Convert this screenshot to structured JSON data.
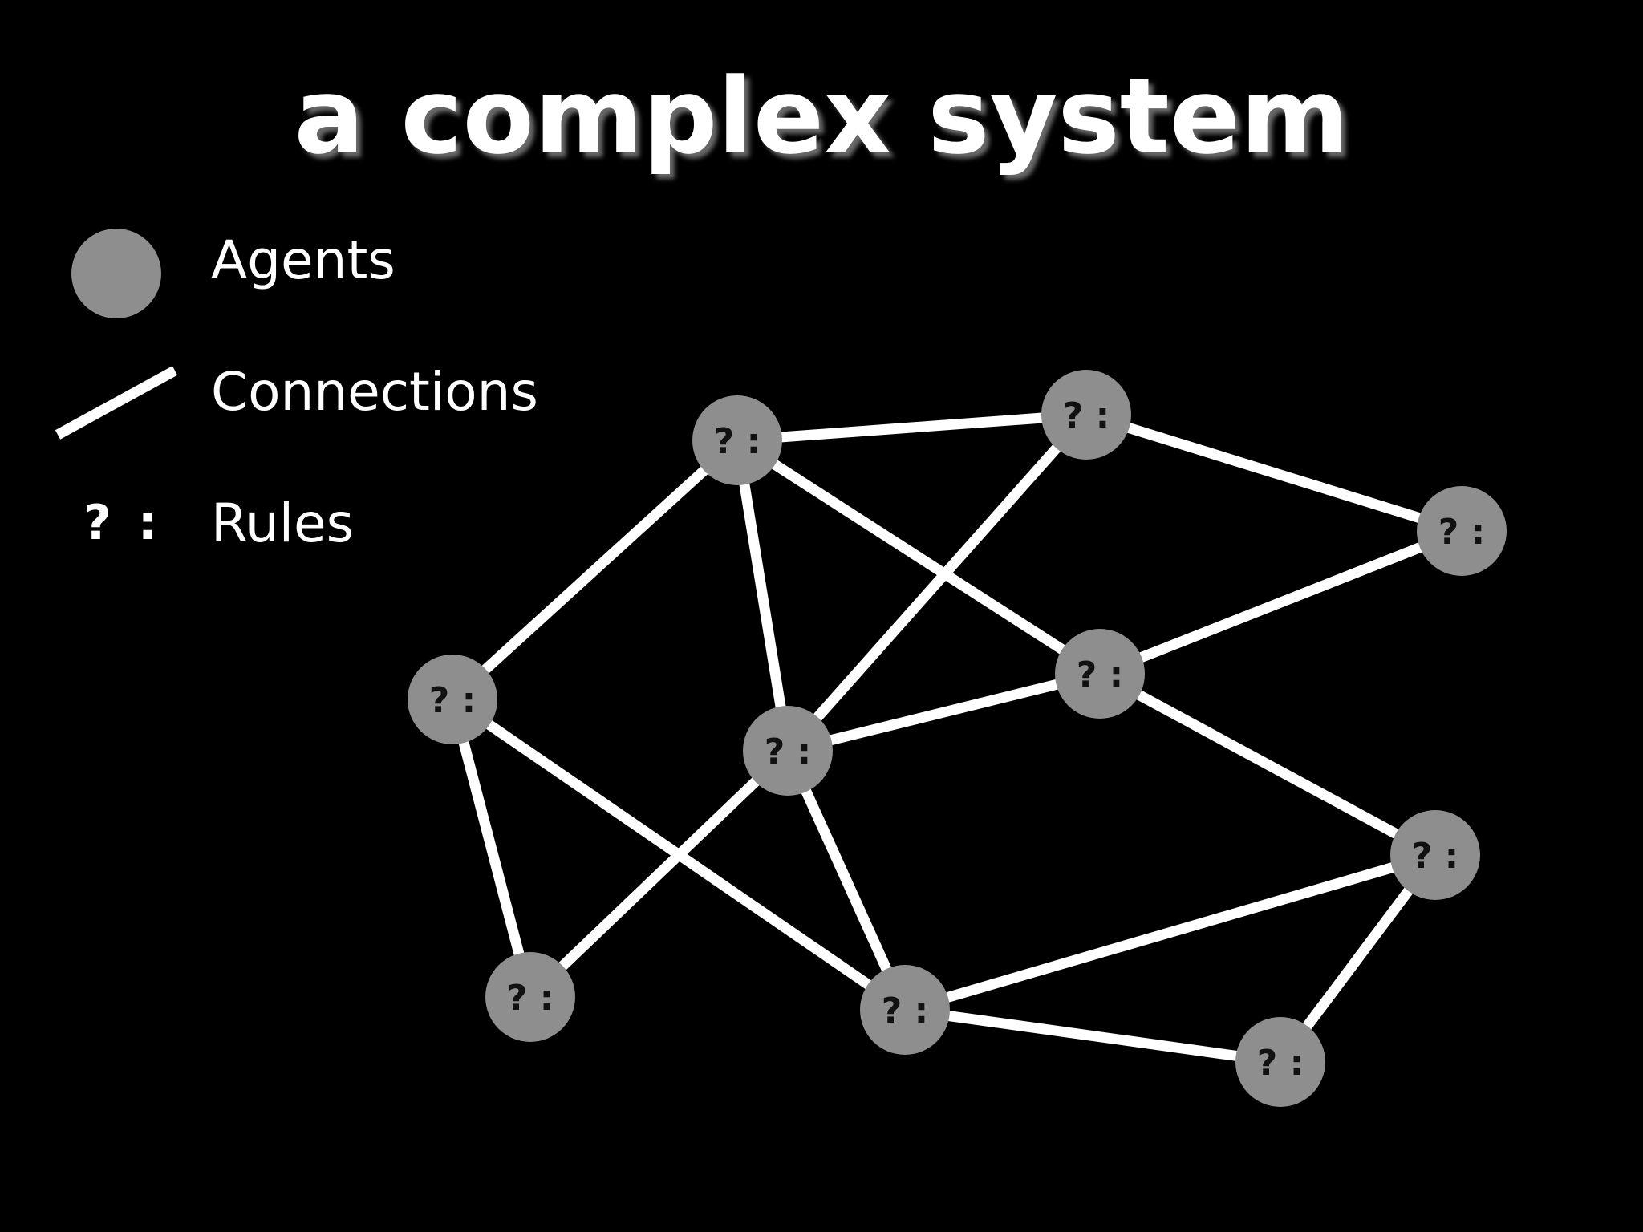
{
  "title": "a complex system",
  "legend": {
    "agents_label": "Agents",
    "connections_label": "Connections",
    "rules_symbol": "? :",
    "rules_label": "Rules"
  },
  "node_label": "? :",
  "colors": {
    "background": "#000000",
    "agent": "#8e8e8e",
    "connection": "#ffffff",
    "text": "#ffffff"
  },
  "graph": {
    "nodes": [
      "n1",
      "n2",
      "n3",
      "n4",
      "n5",
      "n6",
      "n7",
      "n8",
      "n9",
      "n10"
    ],
    "edges": [
      [
        "n1",
        "n2"
      ],
      [
        "n2",
        "n3"
      ],
      [
        "n1",
        "n4"
      ],
      [
        "n1",
        "n5"
      ],
      [
        "n1",
        "n6"
      ],
      [
        "n2",
        "n5"
      ],
      [
        "n3",
        "n6"
      ],
      [
        "n4",
        "n7"
      ],
      [
        "n4",
        "n8"
      ],
      [
        "n5",
        "n6"
      ],
      [
        "n5",
        "n7"
      ],
      [
        "n5",
        "n8"
      ],
      [
        "n6",
        "n9"
      ],
      [
        "n7",
        "n9"
      ],
      [
        "n7",
        "n10"
      ],
      [
        "n9",
        "n10"
      ]
    ]
  }
}
